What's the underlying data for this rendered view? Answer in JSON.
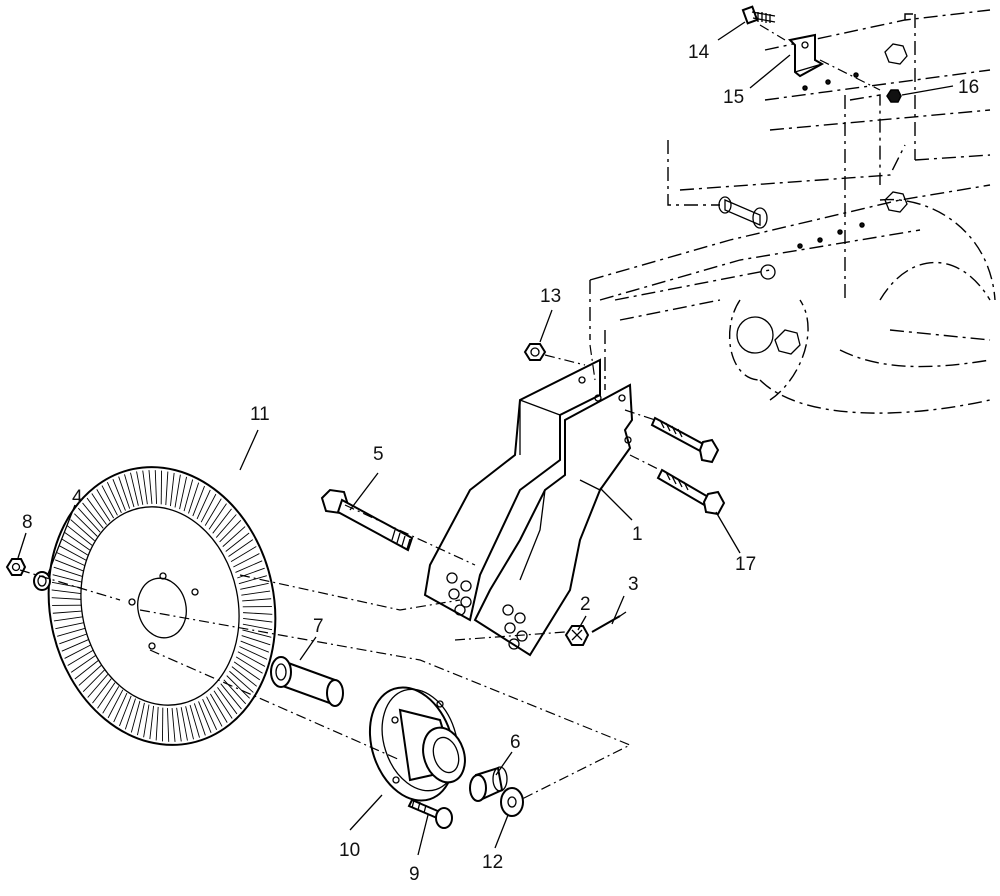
{
  "callouts": [
    {
      "id": "1",
      "text": "1"
    },
    {
      "id": "2",
      "text": "2"
    },
    {
      "id": "3",
      "text": "3"
    },
    {
      "id": "4",
      "text": "4"
    },
    {
      "id": "5",
      "text": "5"
    },
    {
      "id": "6",
      "text": "6"
    },
    {
      "id": "7",
      "text": "7"
    },
    {
      "id": "8",
      "text": "8"
    },
    {
      "id": "9",
      "text": "9"
    },
    {
      "id": "10",
      "text": "10"
    },
    {
      "id": "11",
      "text": "11"
    },
    {
      "id": "12",
      "text": "12"
    },
    {
      "id": "13",
      "text": "13"
    },
    {
      "id": "14",
      "text": "14"
    },
    {
      "id": "15",
      "text": "15"
    },
    {
      "id": "16",
      "text": "16"
    },
    {
      "id": "17",
      "text": "17"
    }
  ]
}
